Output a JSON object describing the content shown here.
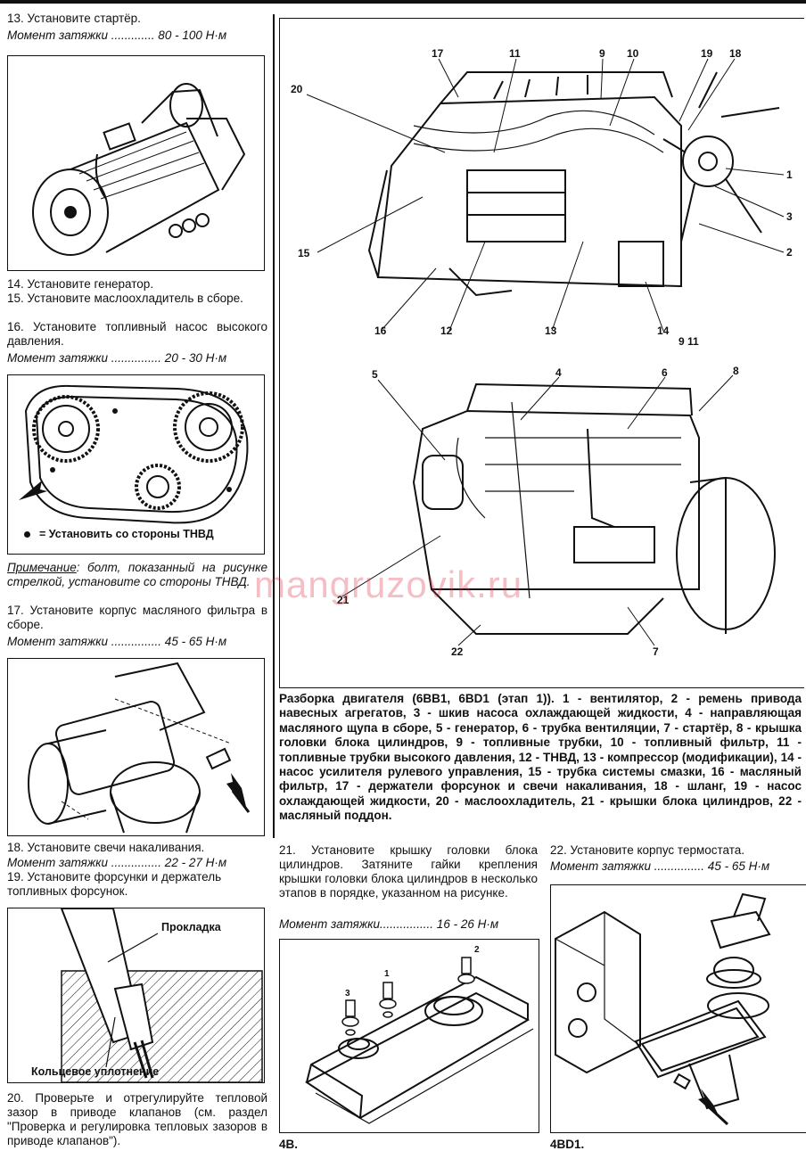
{
  "watermark": "mangruzovik.ru",
  "left": {
    "step13": "13. Установите стартёр.",
    "torque13": "Момент затяжки ............. 80 - 100 Н·м",
    "step14": "14. Установите генератор.",
    "step15": "15.  Установите  маслоохладитель  в сборе.",
    "step16": "16. Установите топливный насос высокого давления.",
    "torque16": "Момент затяжки ............... 20 - 30 Н·м",
    "gear_legend": "= Установить со стороны ТНВД",
    "note_label": "Примечание",
    "note_text": ": болт, показанный на рисунке стрелкой, установите со стороны ТНВД.",
    "step17": "17.  Установите  корпус  масляного фильтра в сборе.",
    "torque17": "Момент затяжки ............... 45 - 65 Н·м",
    "step18": "18. Установите свечи накаливания.",
    "torque18": "Момент затяжки ............... 22 - 27 Н·м",
    "step19": "19. Установите форсунки и держатель топливных форсунок.",
    "gasket_label": "Прокладка",
    "oring_label": "Кольцевое уплотнение",
    "step20": "20. Проверьте и отрегулируйте тепловой зазор в приводе клапанов (см. раздел \"Проверка и регулировка тепловых зазоров в приводе клапанов\")."
  },
  "engine": {
    "callouts_top": [
      "17",
      "11",
      "9",
      "10",
      "19",
      "18",
      "20",
      "1",
      "3",
      "2",
      "15",
      "16",
      "12",
      "13",
      "14"
    ],
    "extra_label": "9 11",
    "callouts_bottom": [
      "5",
      "4",
      "6",
      "8",
      "21",
      "22",
      "7"
    ],
    "caption": "Разборка двигателя (6BB1, 6BD1 (этап 1)). 1 - вентилятор, 2 - ремень привода навесных агрегатов, 3 - шкив насоса охлаждающей жидкости, 4 - направляющая масляного щупа в сборе, 5 - генератор, 6 - трубка вентиляции, 7 - стартёр, 8 - крышка головки блока цилиндров, 9 - топливные трубки, 10 - топливный фильтр, 11 - топливные трубки высокого давления, 12 - ТНВД, 13 - компрессор (модификации), 14 - насос усилителя рулевого управления, 15 - трубка системы смазки, 16 - масляный фильтр, 17 - держатели форсунок и свечи накаливания, 18 - шланг, 19 - насос охлаждающей жидкости, 20 - маслоохладитель, 21 - крышки блока цилиндров, 22 - масляный поддон."
  },
  "mid": {
    "step21": "21. Установите крышку головки блока цилиндров. Затяните гайки крепления крышки головки блока цилиндров в несколько этапов в порядке, указанном на рисунке.",
    "torque21": "Момент затяжки................ 16 - 26 Н·м",
    "nut_labels": [
      "1",
      "2",
      "3"
    ],
    "fig_label": "4B."
  },
  "right": {
    "step22": "22. Установите корпус термостата.",
    "torque22": "Момент затяжки ............... 45 - 65 Н·м",
    "fig_label": "4BD1."
  }
}
